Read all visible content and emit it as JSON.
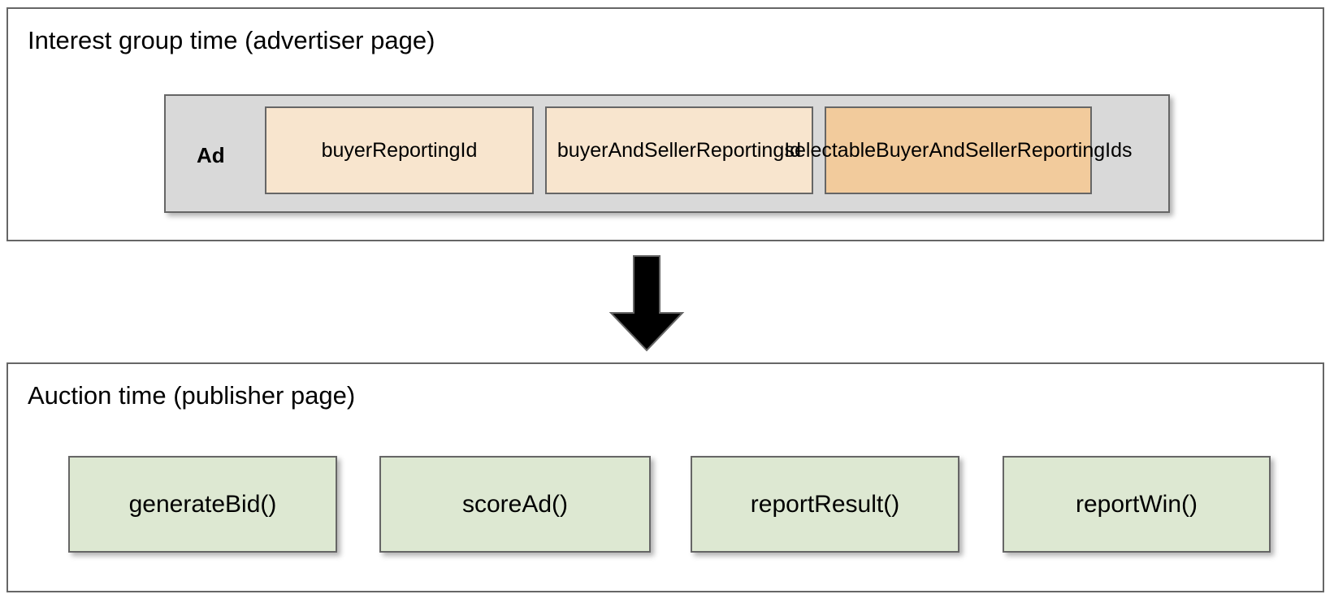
{
  "diagram": {
    "type": "flow",
    "arrow": {
      "direction": "down",
      "color": "#000000",
      "name": "flow-arrow-down"
    },
    "colors": {
      "panel_border": "#666666",
      "ad_container_fill": "#d9d9d9",
      "reporting_id_light": "#f8e5ce",
      "reporting_id_highlight": "#f2cb9c",
      "auction_function_fill": "#dde8d2",
      "page_background": "#ffffff",
      "text": "#000000"
    }
  },
  "phases": [
    {
      "id": "advertiser",
      "title": "Interest group time (advertiser page)",
      "ad": {
        "label": "Ad",
        "reporting_ids": [
          {
            "label": "buyerReportingId",
            "emphasis": "normal"
          },
          {
            "label": "buyerAndSellerReportingId",
            "emphasis": "normal"
          },
          {
            "label": "selectableBuyerAndSellerReportingIds",
            "emphasis": "highlighted"
          }
        ]
      }
    },
    {
      "id": "publisher",
      "title": "Auction time (publisher page)",
      "functions": [
        {
          "label": "generateBid()"
        },
        {
          "label": "scoreAd()"
        },
        {
          "label": "reportResult()"
        },
        {
          "label": "reportWin()"
        }
      ]
    }
  ]
}
